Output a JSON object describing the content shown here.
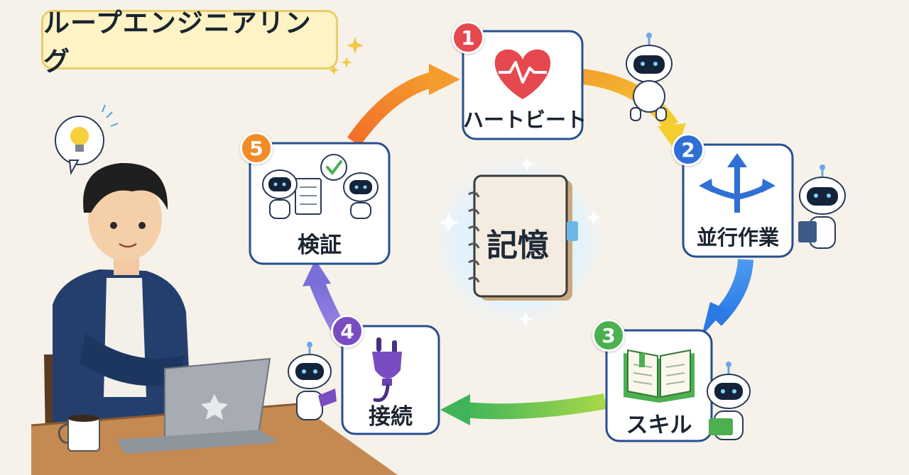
{
  "title": "ループエンジニアリング",
  "memory": {
    "label": "記憶"
  },
  "steps": [
    {
      "number": "1",
      "label": "ハートビート",
      "icon": "heart-pulse-icon",
      "color": "#e5484d"
    },
    {
      "number": "2",
      "label": "並行作業",
      "icon": "branch-arrows-icon",
      "color": "#2f6fd6"
    },
    {
      "number": "3",
      "label": "スキル",
      "icon": "open-book-icon",
      "color": "#4caf50"
    },
    {
      "number": "4",
      "label": "接続",
      "icon": "plug-icon",
      "color": "#7a4cc2"
    },
    {
      "number": "5",
      "label": "検証",
      "icon": "checklist-icon",
      "color": "#f28c28"
    }
  ],
  "palette": {
    "card_border": "#264f8f",
    "title_bg": "#fdf3c4",
    "title_border": "#e9cd69",
    "background": "#f6f2ea"
  }
}
